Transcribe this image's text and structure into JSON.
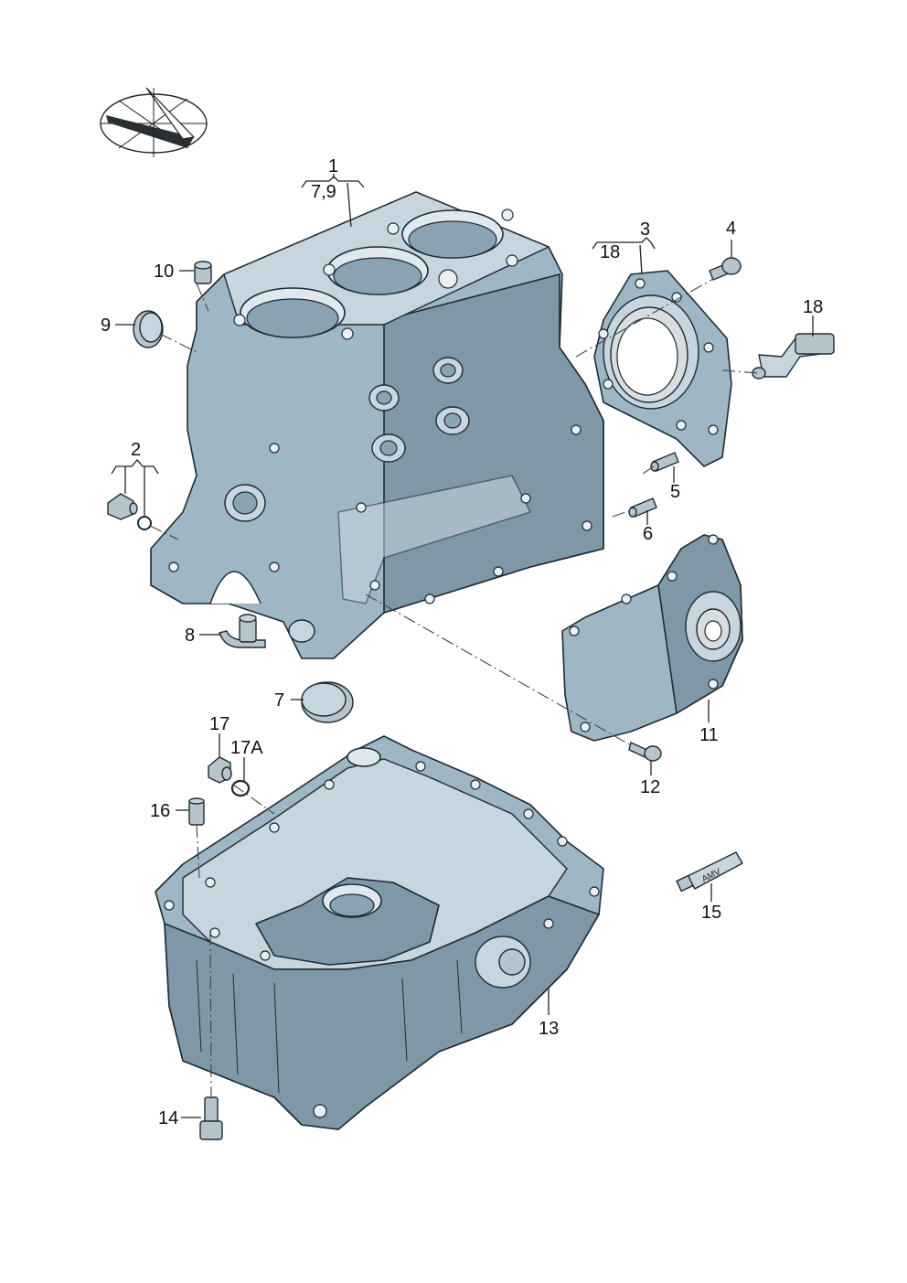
{
  "callouts": {
    "c1": "1",
    "c1_sub": "7,9",
    "c2": "2",
    "c3": "3",
    "c3_sub": "18",
    "c4": "4",
    "c5": "5",
    "c6": "6",
    "c7": "7",
    "c8": "8",
    "c9": "9",
    "c10": "10",
    "c11": "11",
    "c12": "12",
    "c13": "13",
    "c14": "14",
    "c15": "15",
    "c16": "16",
    "c17": "17",
    "c17a": "17A",
    "c18": "18"
  },
  "sealant_tube_label": "AMV",
  "colors": {
    "part_fill": "#9fb6c4",
    "part_shadow": "#7f98a8",
    "outline": "#1d2a33",
    "background": "#ffffff"
  }
}
